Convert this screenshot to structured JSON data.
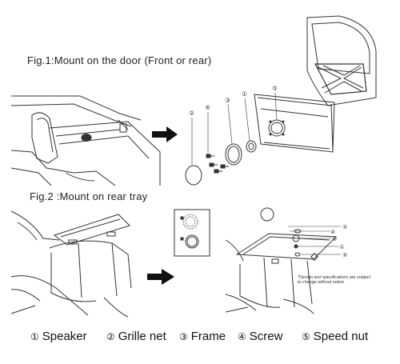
{
  "figures": {
    "fig1": {
      "title": "Fig.1:Mount on the door (Front or rear)"
    },
    "fig2": {
      "title": "Fig.2 :Mount on rear tray"
    }
  },
  "callouts": [
    "①",
    "②",
    "③",
    "④",
    "⑤"
  ],
  "note": {
    "line1": "*Design and specifications are subject",
    "line2": "to change without notice"
  },
  "legend": [
    {
      "num": "①",
      "label": "Speaker"
    },
    {
      "num": "②",
      "label": "Grille net"
    },
    {
      "num": "③",
      "label": "Frame"
    },
    {
      "num": "④",
      "label": "Screw"
    },
    {
      "num": "⑤",
      "label": "Speed nut"
    }
  ]
}
